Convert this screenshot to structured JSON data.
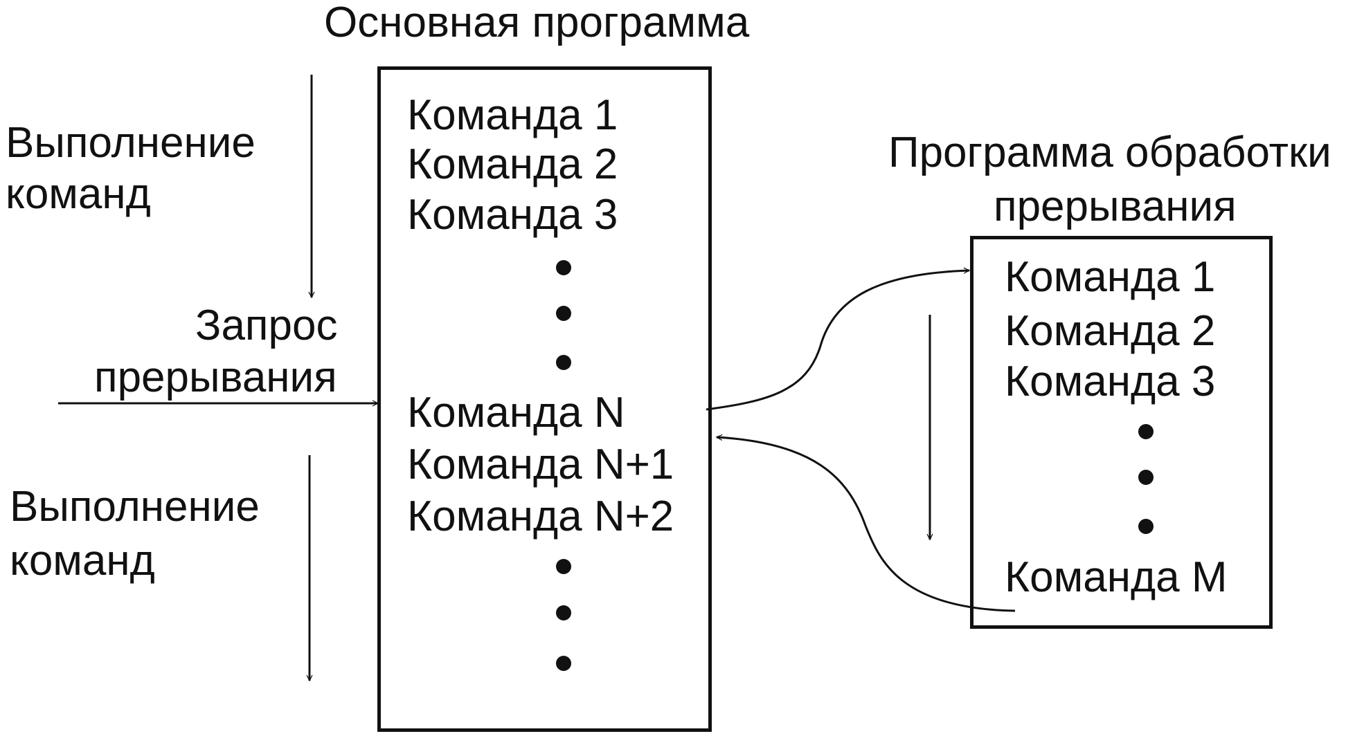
{
  "main_program": {
    "title": "Основная программа",
    "commands_top": [
      "Команда 1",
      "Команда 2",
      "Команда 3"
    ],
    "commands_bottom": [
      "Команда N",
      "Команда N+1",
      "Команда N+2"
    ]
  },
  "interrupt_handler": {
    "title_line1": "Программа обработки",
    "title_line2": "прерывания",
    "commands_top": [
      "Команда 1",
      "Команда 2",
      "Команда 3"
    ],
    "command_last": "Команда M"
  },
  "left_labels": {
    "exec_top_line1": "Выполнение",
    "exec_top_line2": "команд",
    "request_line1": "Запрос",
    "request_line2": "прерывания",
    "exec_bottom_line1": "Выполнение",
    "exec_bottom_line2": "команд"
  }
}
